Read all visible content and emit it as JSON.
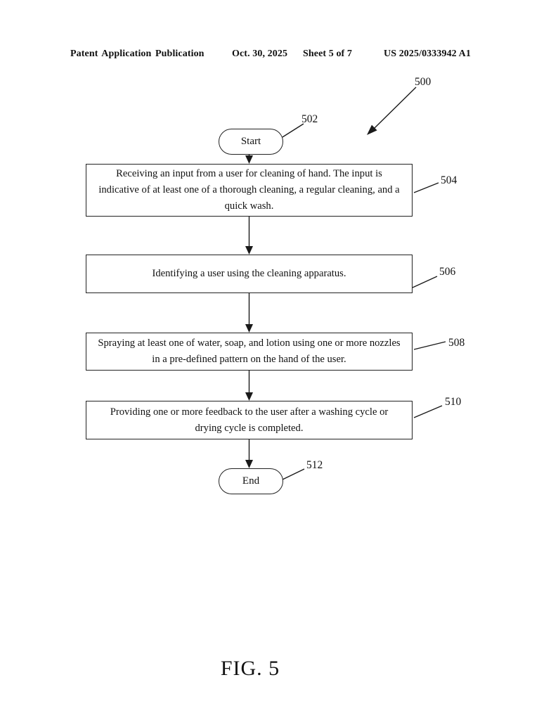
{
  "page": {
    "header": {
      "left": "Patent Application Publication",
      "date": "Oct. 30, 2025",
      "sheet": "Sheet 5 of 7",
      "patent_number": "US 2025/0333942 A1"
    },
    "figure_label": "FIG. 5"
  },
  "flowchart": {
    "ref": "500",
    "nodes": {
      "start": {
        "label": "Start",
        "ref": "502"
      },
      "step504": {
        "ref": "504",
        "lines": [
          "Receiving an input from a user for cleaning of hand. The input is",
          "indicative of at least one of a thorough cleaning, a regular cleaning, and a",
          "quick wash."
        ]
      },
      "step506": {
        "ref": "506",
        "lines": [
          "Identifying a user using the cleaning apparatus."
        ]
      },
      "step508": {
        "ref": "508",
        "lines": [
          "Spraying at least one of water, soap, and lotion using one or more nozzles",
          "in a pre-defined pattern on the hand of the user."
        ]
      },
      "step510": {
        "ref": "510",
        "lines": [
          "Providing one or more feedback to the user after a washing cycle or",
          "drying cycle is completed."
        ]
      },
      "end": {
        "label": "End",
        "ref": "512"
      }
    }
  },
  "colors": {
    "ink": "#111111",
    "background": "#ffffff"
  }
}
